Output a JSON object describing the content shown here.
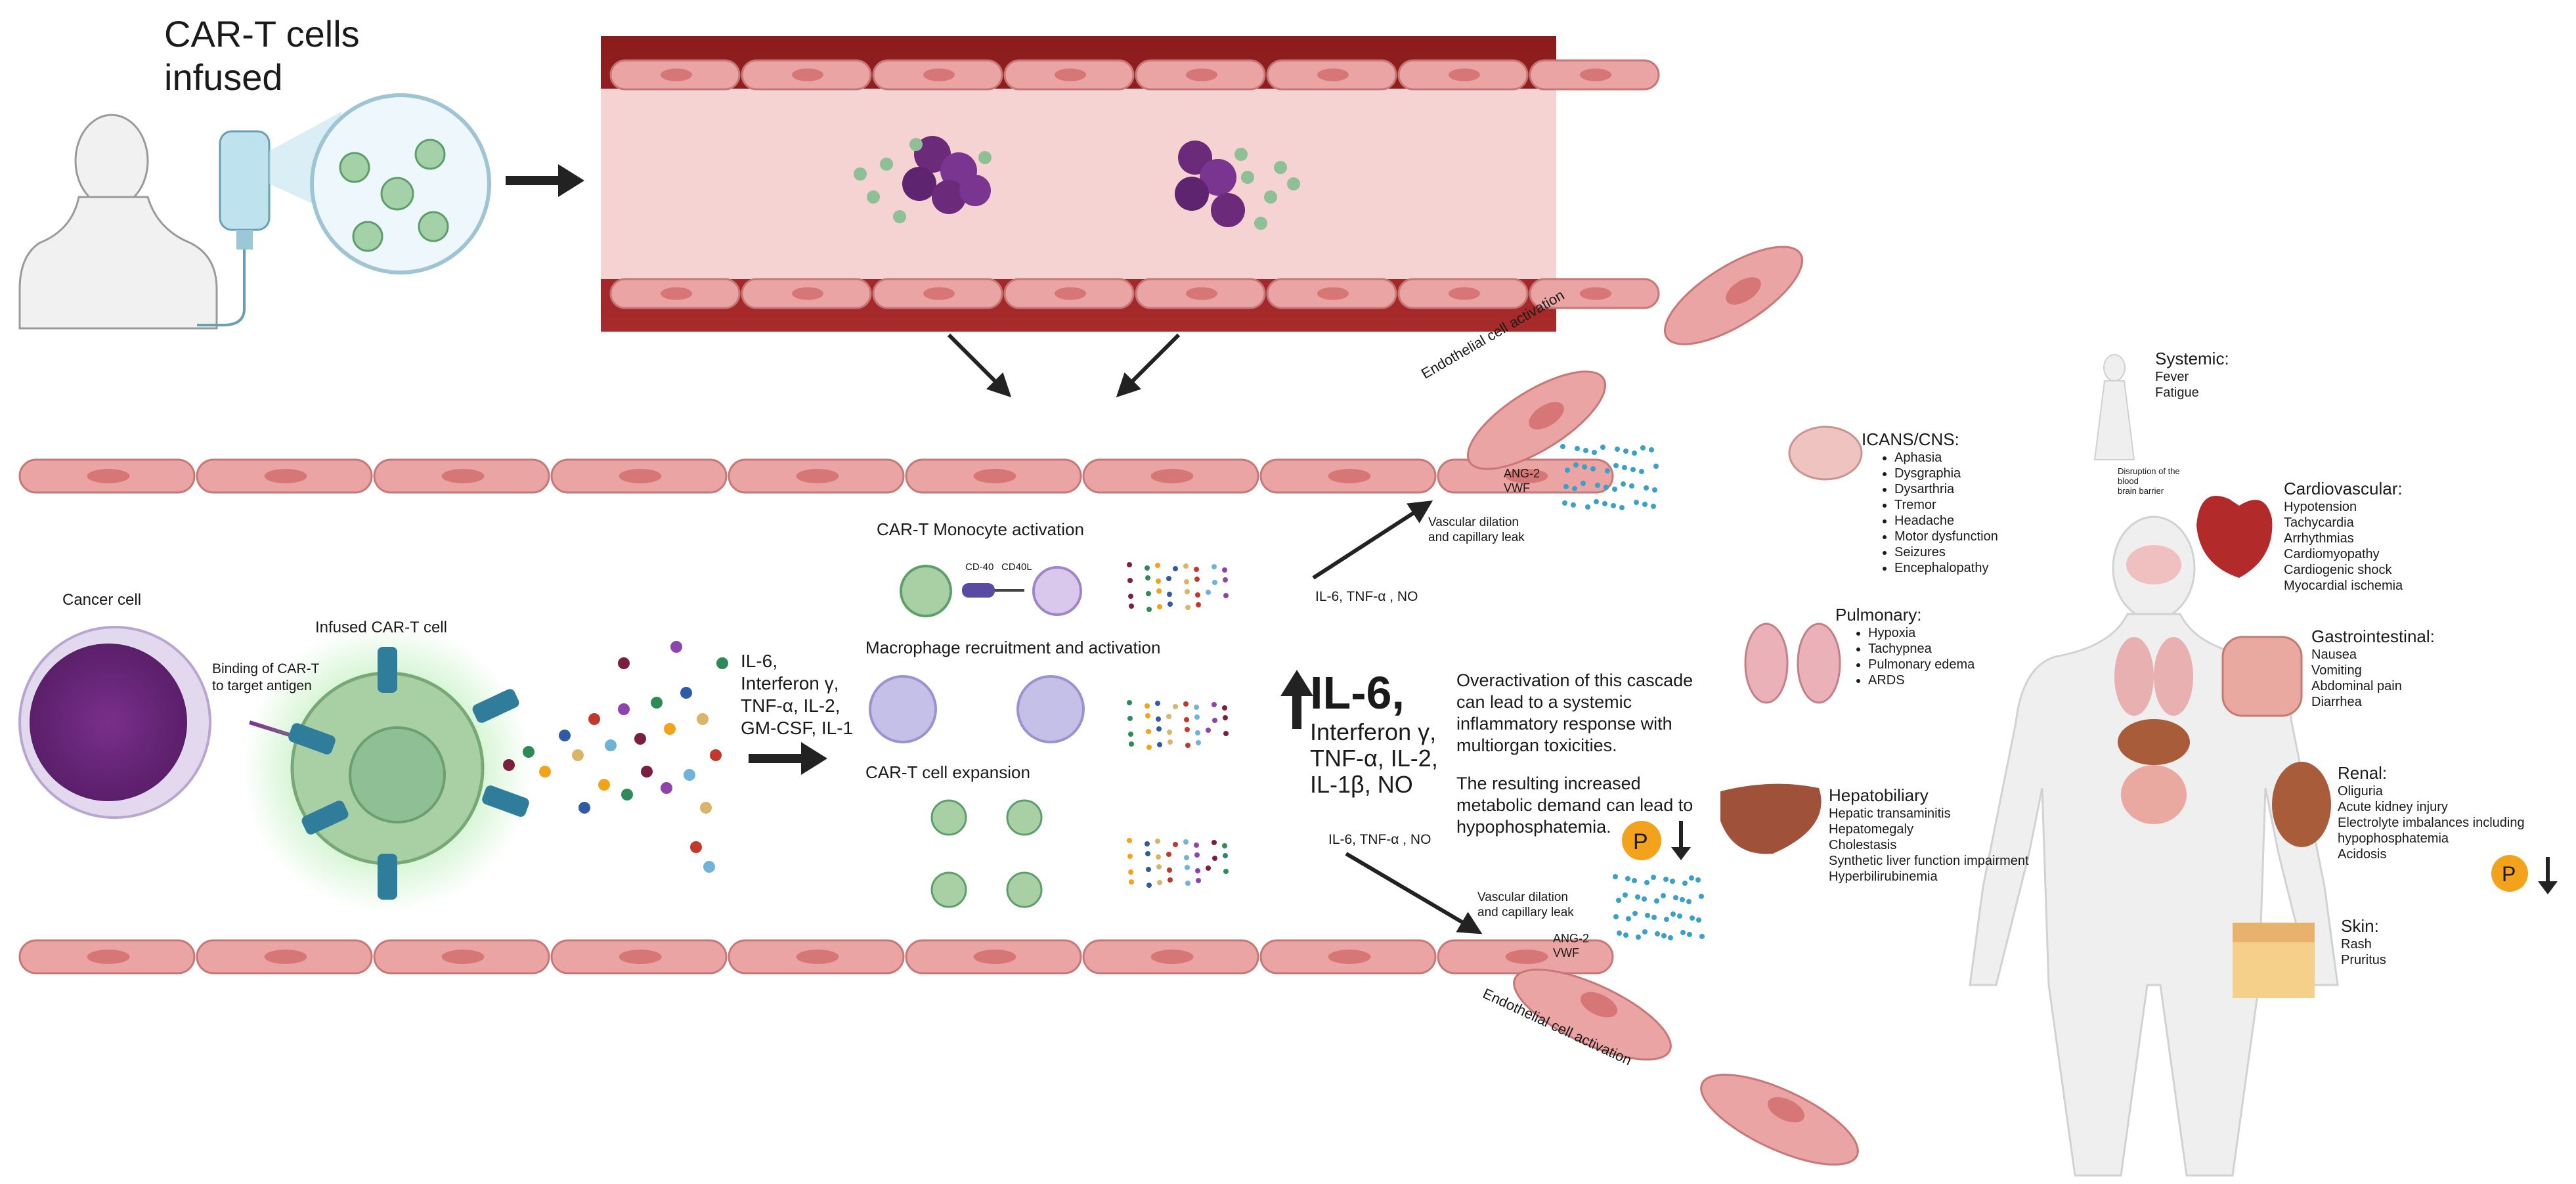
{
  "header": {
    "title_line1": "CAR-T cells",
    "title_line2": "infused"
  },
  "left_panel": {
    "cancer_cell": "Cancer cell",
    "infused_cart": "Infused CAR-T cell",
    "binding_line1": "Binding of CAR-T",
    "binding_line2": "to target antigen",
    "cytokines": [
      "IL-6,",
      "Interferon γ,",
      "TNF-α, IL-2,",
      "GM-CSF, IL-1"
    ]
  },
  "middle_panel": {
    "monocyte_activation": "CAR-T Monocyte activation",
    "cd40": "CD-40",
    "cd40l": "CD40L",
    "macrophage": "Macrophage recruitment and activation",
    "expansion": "CAR-T cell expansion"
  },
  "amplification": {
    "il6": "IL-6,",
    "rest": [
      "Interferon γ,",
      "TNF-α, IL-2,",
      "IL-1β, NO"
    ],
    "top_small": "IL-6,  TNF-α , NO",
    "bottom_small": "IL-6,  TNF-α , NO"
  },
  "endothelial": {
    "top_activation": "Endothelial cell activation",
    "bottom_activation": "Endothelial cell activation",
    "top_ang": [
      "ANG-2",
      "VWF"
    ],
    "bottom_ang": [
      "ANG-2",
      "VWF"
    ],
    "top_leak": [
      "Vascular dilation",
      "and capillary leak"
    ],
    "bottom_leak": [
      "Vascular dilation",
      "and capillary leak"
    ]
  },
  "explanations": {
    "overactivation": [
      "Overactivation of this cascade",
      "can lead to a systemic",
      "inflammatory response with",
      "multiorgan toxicities."
    ],
    "metabolic": [
      "The resulting increased",
      "metabolic demand can lead to",
      "hypophosphatemia."
    ],
    "phosphate_symbol": "P"
  },
  "organs": {
    "systemic": {
      "title": "Systemic:",
      "items": [
        "Fever",
        "Fatigue"
      ]
    },
    "bbb_note": [
      "Disruption of the",
      "blood",
      "brain barrier"
    ],
    "icans": {
      "title": "ICANS/CNS:",
      "items": [
        "Aphasia",
        "Dysgraphia",
        "Dysarthria",
        "Tremor",
        "Headache",
        "Motor dysfunction",
        "Seizures",
        "Encephalopathy"
      ]
    },
    "pulmonary": {
      "title": "Pulmonary:",
      "items": [
        "Hypoxia",
        "Tachypnea",
        "Pulmonary edema",
        "ARDS"
      ]
    },
    "hepatobiliary": {
      "title": "Hepatobiliary",
      "items": [
        "Hepatic transaminitis",
        "Hepatomegaly",
        "Cholestasis",
        "Synthetic liver function impairment",
        "Hyperbilirubinemia"
      ]
    },
    "cardiovascular": {
      "title": "Cardiovascular:",
      "items": [
        "Hypotension",
        "Tachycardia",
        "Arrhythmias",
        "Cardiomyopathy",
        "Cardiogenic shock",
        "Myocardial ischemia"
      ]
    },
    "gastrointestinal": {
      "title": "Gastrointestinal:",
      "items": [
        "Nausea",
        "Vomiting",
        "Abdominal pain",
        "Diarrhea"
      ]
    },
    "renal": {
      "title": "Renal:",
      "items": [
        "Oliguria",
        "Acute kidney injury",
        "Electrolyte imbalances including",
        "hypophosphatemia",
        "Acidosis"
      ]
    },
    "skin": {
      "title": "Skin:",
      "items": [
        "Rash",
        "Pruritus"
      ]
    }
  },
  "colors": {
    "vessel_dark": "#8c1c1c",
    "lumen": "#f6d3d3",
    "endothelium": "#eaa4a4",
    "nucleus": "#d77676",
    "cancer": "#6b2a7a",
    "tcell": "#8fbf94",
    "receptor": "#2f7d9a",
    "macrophage": "#c5c0e8",
    "phosphate": "#f3a21b"
  }
}
